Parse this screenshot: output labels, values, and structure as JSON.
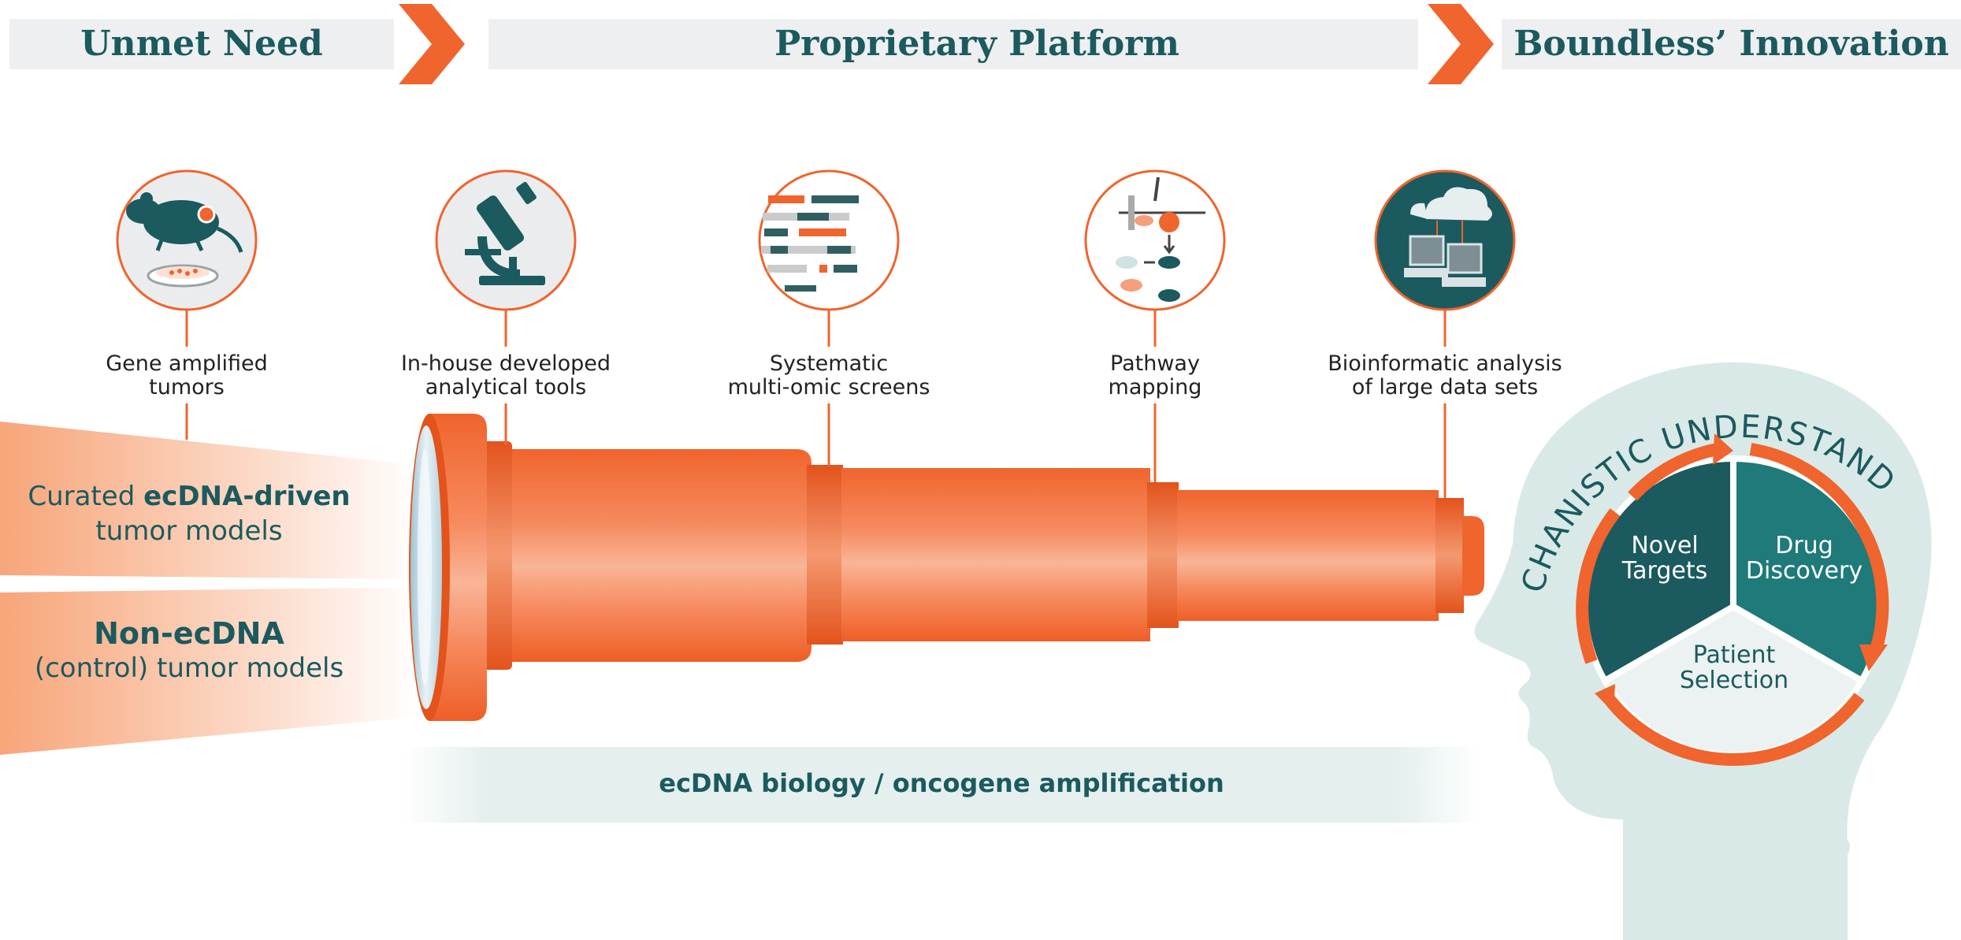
{
  "header": {
    "unmet_need": "Unmet Need",
    "platform": "Proprietary Platform",
    "innovation": "Boundless’ Innovation"
  },
  "steps": [
    {
      "line1": "Gene amplified",
      "line2": "tumors",
      "icon": "mouse-petri-dish-icon"
    },
    {
      "line1": "In-house developed",
      "line2": "analytical tools",
      "icon": "microscope-icon"
    },
    {
      "line1": "Systematic",
      "line2": "multi-omic screens",
      "icon": "genome-screen-icon"
    },
    {
      "line1": "Pathway",
      "line2": "mapping",
      "icon": "pathway-icon"
    },
    {
      "line1": "Bioinformatic analysis",
      "line2": "of large data sets",
      "icon": "cloud-computers-icon"
    }
  ],
  "inputs": {
    "curated_prefix": "Curated ",
    "curated_bold": "ecDNA-driven",
    "curated_line2": "tumor models",
    "non_ecdna": "Non-ecDNA",
    "non_ecdna_line2": "(control) tumor models"
  },
  "bottom_label": "ecDNA biology / oncogene amplification",
  "head": {
    "arc_text": "MECHANISTIC UNDERSTANDING",
    "novel_line1": "Novel",
    "novel_line2": "Targets",
    "drug_line1": "Drug",
    "drug_line2": "Discovery",
    "patient_line1": "Patient",
    "patient_line2": "Selection"
  },
  "colors": {
    "orange": "#f0642d",
    "teal_dark": "#1b5a5e",
    "teal": "#1f7a7a",
    "head_fill": "#d8e9e8",
    "header_bg": "#eeeff0"
  }
}
